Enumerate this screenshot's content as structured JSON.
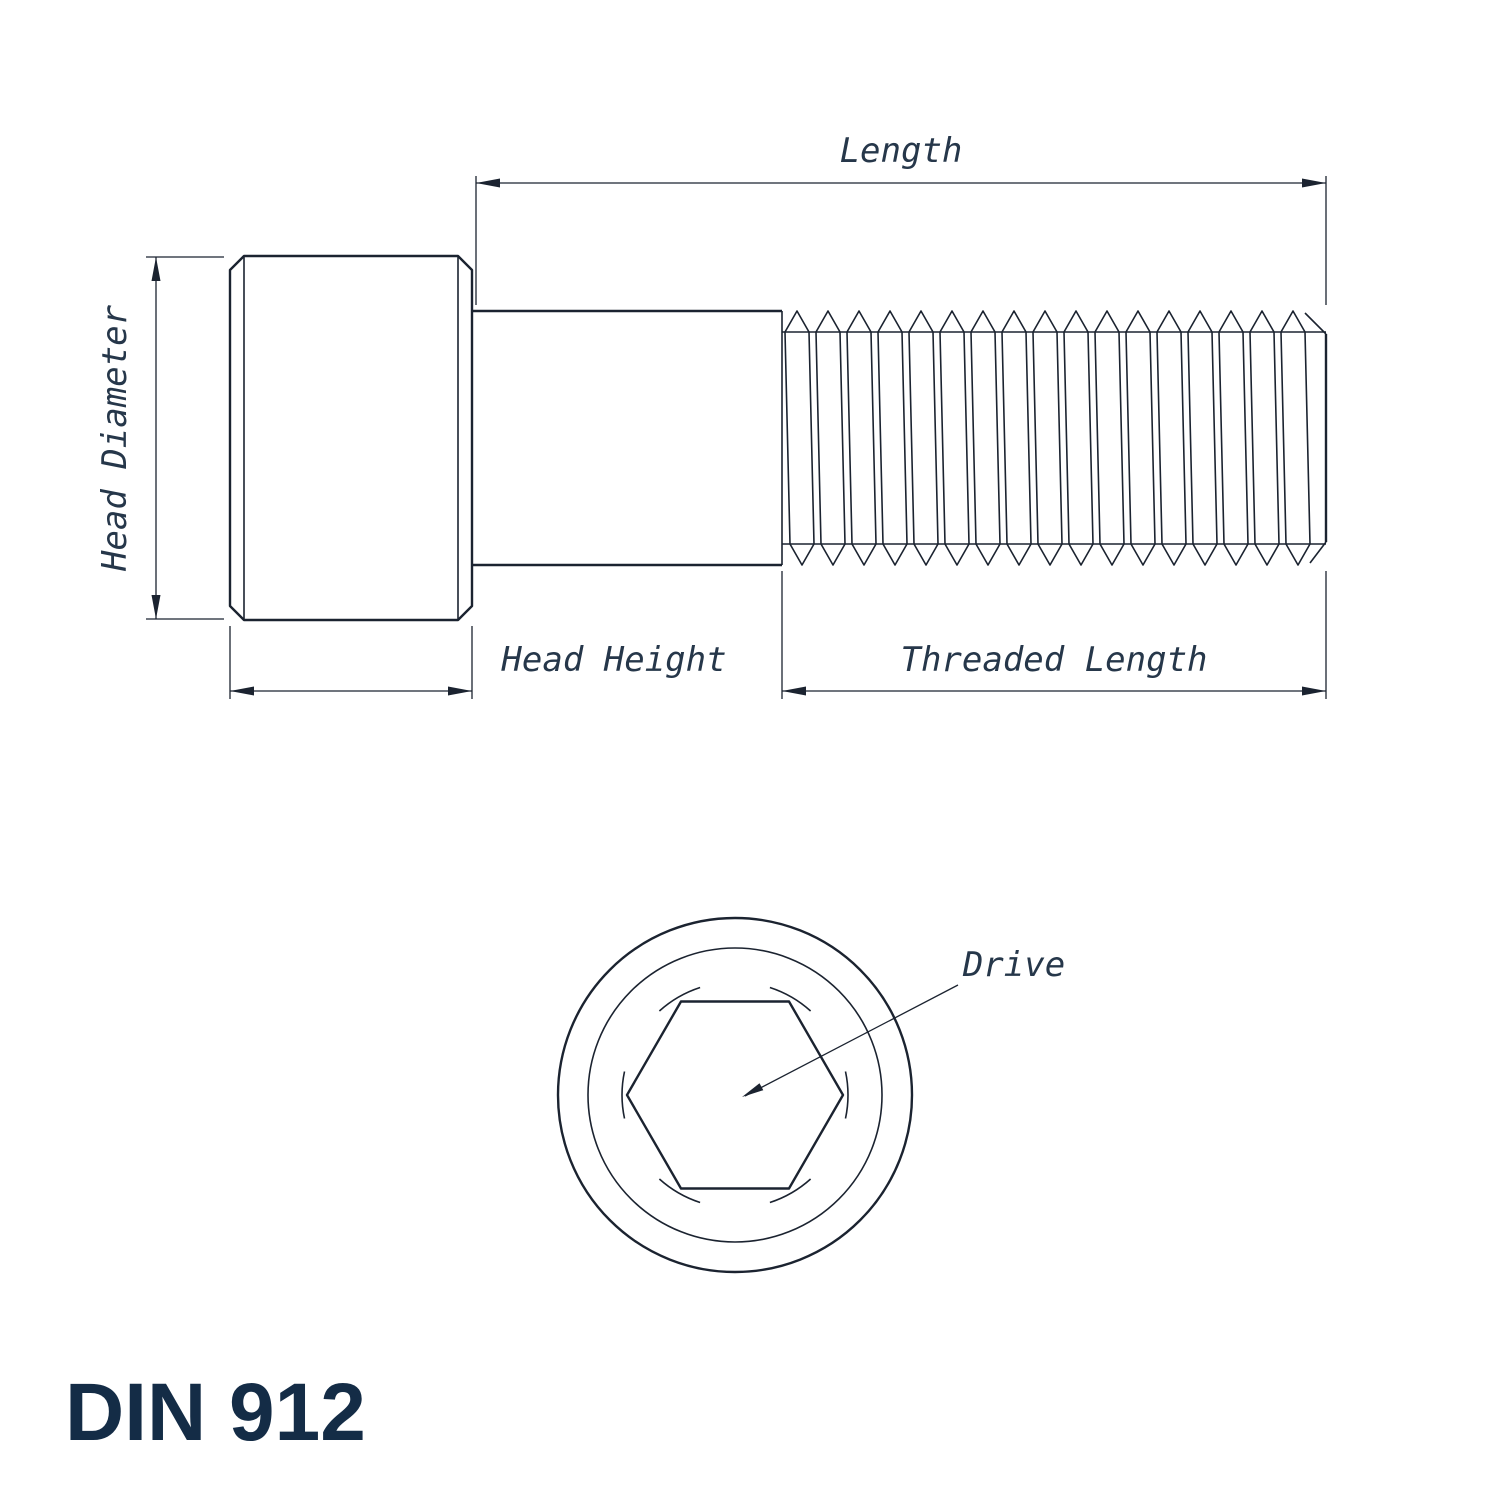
{
  "title": "DIN 912",
  "side_view": {
    "length_label": "Length",
    "head_diameter_label": "Head Diameter",
    "head_height_label": "Head Height",
    "threaded_length_label": "Threaded Length"
  },
  "end_view": {
    "drive_label": "Drive"
  },
  "colors": {
    "bg": "#ffffff",
    "line": "#1b2330",
    "label": "#26374a",
    "title": "#142c46"
  }
}
